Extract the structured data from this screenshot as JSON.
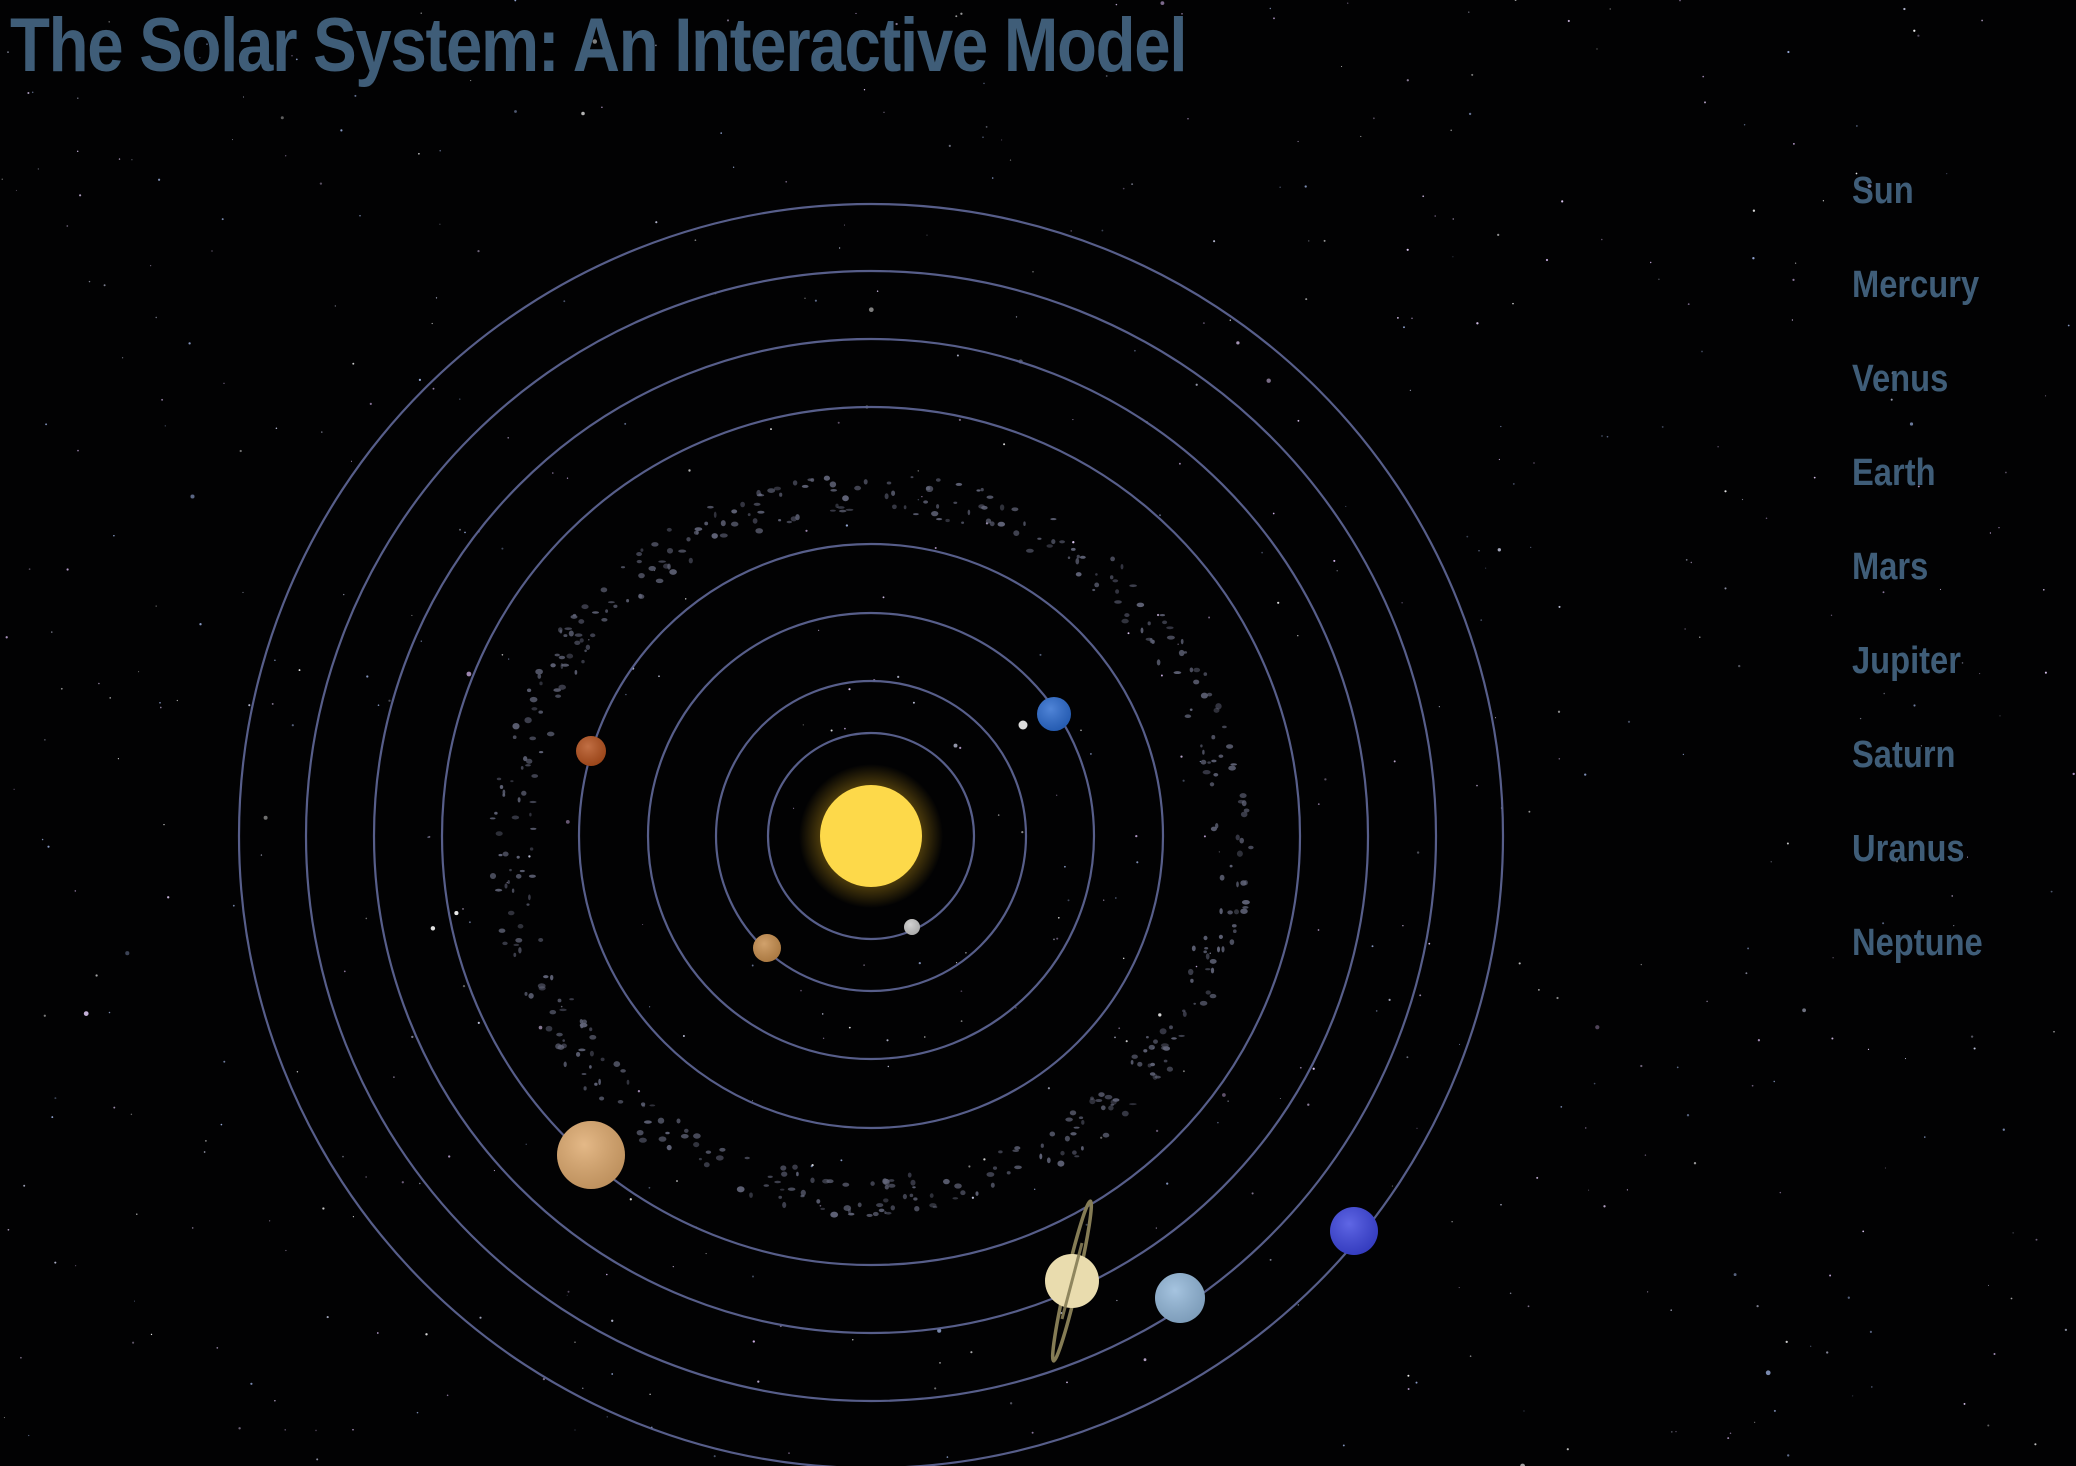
{
  "title": "The Solar System: An Interactive Model",
  "menu": [
    {
      "label": "Sun",
      "id": "sun"
    },
    {
      "label": "Mercury",
      "id": "mercury"
    },
    {
      "label": "Venus",
      "id": "venus"
    },
    {
      "label": "Earth",
      "id": "earth"
    },
    {
      "label": "Mars",
      "id": "mars"
    },
    {
      "label": "Jupiter",
      "id": "jupiter"
    },
    {
      "label": "Saturn",
      "id": "saturn"
    },
    {
      "label": "Uranus",
      "id": "uranus"
    },
    {
      "label": "Neptune",
      "id": "neptune"
    }
  ],
  "colors": {
    "background": "#020203",
    "title": "#3f5d78",
    "orbit": "#5c6391",
    "sun": "#fdd94a",
    "sun_glow": "#e7b41c",
    "mercury": "#c8c8c8",
    "venus": "#c78d4c",
    "earth": "#2a6acf",
    "moon": "#dcdcdc",
    "mars": "#b4501c",
    "jupiter": "#dea96d",
    "saturn": "#e9dcae",
    "saturn_ring": "#857c55",
    "uranus": "#92b7d9",
    "neptune": "#3c45df",
    "asteroid": "#62657a"
  }
}
